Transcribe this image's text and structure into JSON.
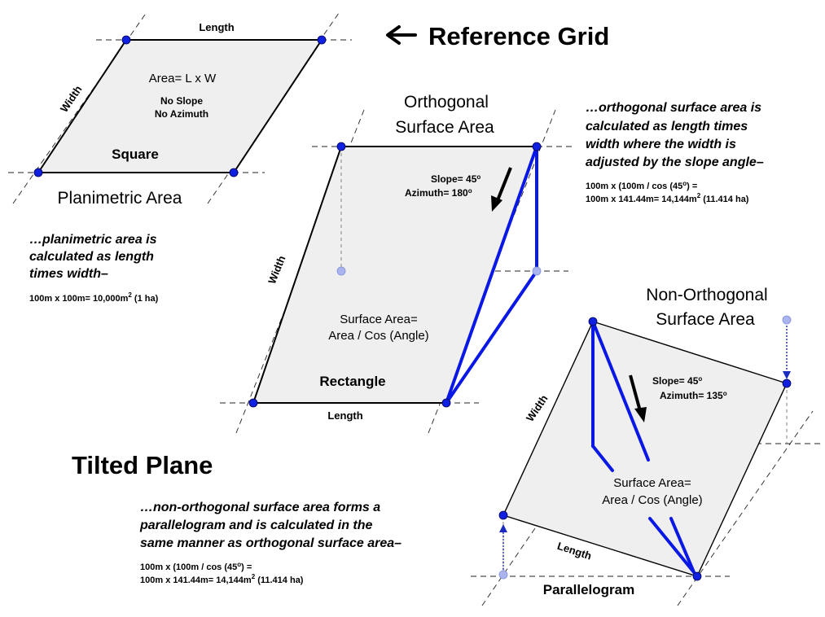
{
  "header": {
    "title": "Reference Grid"
  },
  "section_title": "Tilted Plane",
  "square": {
    "length_label": "Length",
    "width_label": "Width",
    "formula": "Area= L x W",
    "note_slope": "No Slope",
    "note_azimuth": "No Azimuth",
    "shape_label": "Square",
    "area_type": "Planimetric Area",
    "desc_lines": [
      "…planimetric area is",
      "calculated as length",
      "times width–"
    ],
    "calc_main": "100m x 100m= 10,000m",
    "calc_sup": "2",
    "calc_tail": " (1 ha)"
  },
  "rectangle": {
    "title_lines": [
      "Orthogonal",
      "Surface Area"
    ],
    "slope_label": "Slope= 45",
    "azimuth_label": "Azimuth= 180",
    "degree_sign": "o",
    "width_label": "Width",
    "formula_lines": [
      "Surface Area=",
      "Area / Cos (Angle)"
    ],
    "shape_label": "Rectangle",
    "length_label": "Length",
    "desc_lines": [
      "…orthogonal surface  area is",
      "calculated as length times",
      "width where the width is",
      "adjusted by the slope angle–"
    ],
    "calc_line1_a": "100m x (100m / cos (45",
    "calc_line1_b": ") =",
    "calc_line2_main": "100m x 141.44m= 14,144m",
    "calc_line2_sup": "2",
    "calc_line2_tail": " (11.414 ha)"
  },
  "parallelogram": {
    "title_lines": [
      "Non-Orthogonal",
      "Surface Area"
    ],
    "slope_label": "Slope= 45",
    "azimuth_label": "Azimuth= 135",
    "degree_sign": "o",
    "width_label": "Width",
    "formula_lines": [
      "Surface Area=",
      "Area / Cos (Angle)"
    ],
    "length_label": "Length",
    "shape_label": "Parallelogram",
    "desc_lines": [
      "…non-orthogonal surface area forms a",
      "parallelogram and is calculated in the",
      "same manner as orthogonal surface area–"
    ],
    "calc_line1_a": "100m x (100m / cos (45",
    "calc_line1_b": ") =",
    "calc_line2_main": "100m x 141.44m= 14,144m",
    "calc_line2_sup": "2",
    "calc_line2_tail": " (11.414 ha)"
  },
  "colors": {
    "vertex_blue": "#1020e0",
    "line_blue": "#0a18e6",
    "plane_fill": "#efefef"
  }
}
